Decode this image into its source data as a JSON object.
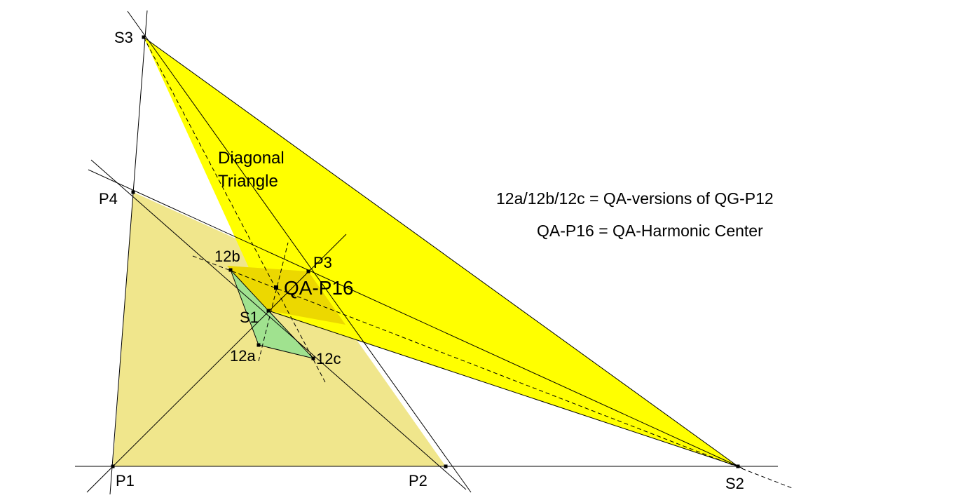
{
  "colors": {
    "quadrangle_fill": "#f0e68c",
    "diagonal_triangle_fill": "#ffff00",
    "overlap_fill": "#ecd800",
    "central_quad_fill": "#a0e28f",
    "line": "#000000"
  },
  "labels": {
    "P1": "P1",
    "P2": "P2",
    "P3": "P3",
    "P4": "P4",
    "S1": "S1",
    "S2": "S2",
    "S3": "S3",
    "a12": "12a",
    "b12": "12b",
    "c12": "12c",
    "qa_p16": "QA-P16",
    "diagonal_line1": "Diagonal",
    "diagonal_line2": "Triangle"
  },
  "notes": {
    "line1": "12a/12b/12c = QA-versions of QG-P12",
    "line2": "QA-P16 = QA-Harmonic Center"
  }
}
